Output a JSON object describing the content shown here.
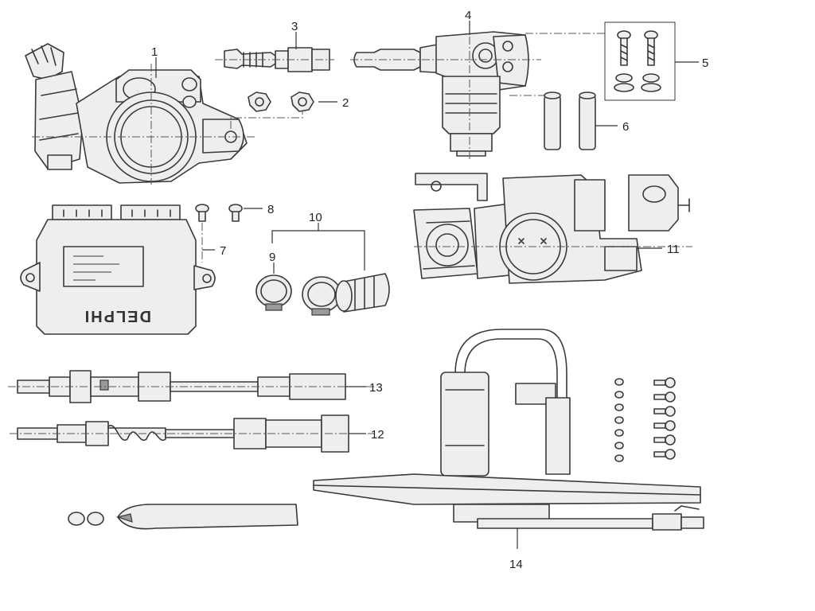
{
  "diagram": {
    "brand_logo": "DELPHI",
    "callouts": {
      "c1": "1",
      "c2": "2",
      "c3": "3",
      "c4": "4",
      "c5": "5",
      "c6": "6",
      "c7": "7",
      "c8": "8",
      "c9": "9",
      "c10": "10",
      "c11": "11",
      "c12": "12",
      "c13": "13",
      "c14": "14"
    }
  }
}
